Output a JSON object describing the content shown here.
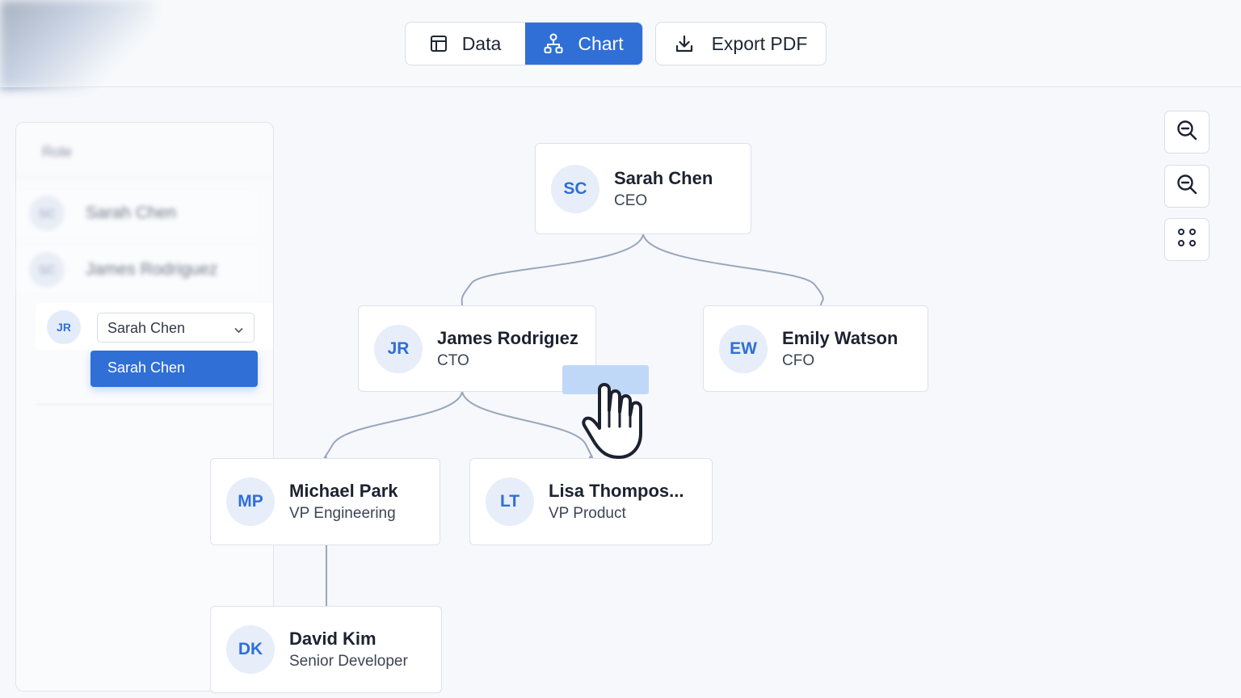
{
  "toolbar": {
    "data_label": "Data",
    "chart_label": "Chart",
    "export_label": "Export PDF"
  },
  "side_panel": {
    "header": "Role",
    "rows": [
      {
        "initials": "SC",
        "name": "Sarah Chen"
      },
      {
        "initials": "SC",
        "name": "James Rodriguez"
      }
    ],
    "edit_row": {
      "initials": "JR",
      "select_value": "Sarah Chen",
      "highlighted_option": "Sarah Chen"
    }
  },
  "org_chart": {
    "nodes": [
      {
        "initials": "SC",
        "name": "Sarah Chen",
        "role": "CEO"
      },
      {
        "initials": "JR",
        "name": "James Rodrigıez",
        "role": "CTO"
      },
      {
        "initials": "EW",
        "name": "Emily Watson",
        "role": "CFO"
      },
      {
        "initials": "MP",
        "name": "Michael Park",
        "role": "VP Engineering"
      },
      {
        "initials": "LT",
        "name": "Lisa Thompos...",
        "role": "VP Product"
      },
      {
        "initials": "DK",
        "name": "David Kim",
        "role": "Senior Developer"
      }
    ]
  },
  "colors": {
    "accent": "#2f6fd6",
    "drop_hint": "#c0d8f7",
    "connector": "#9aa6bd"
  },
  "icons": {
    "data": "table-icon",
    "chart": "org-chart-icon",
    "export": "download-icon",
    "zoom_in": "zoom-in-icon",
    "zoom_out": "zoom-out-icon",
    "fit": "fit-view-icon",
    "cursor": "hand-pointer-icon"
  }
}
